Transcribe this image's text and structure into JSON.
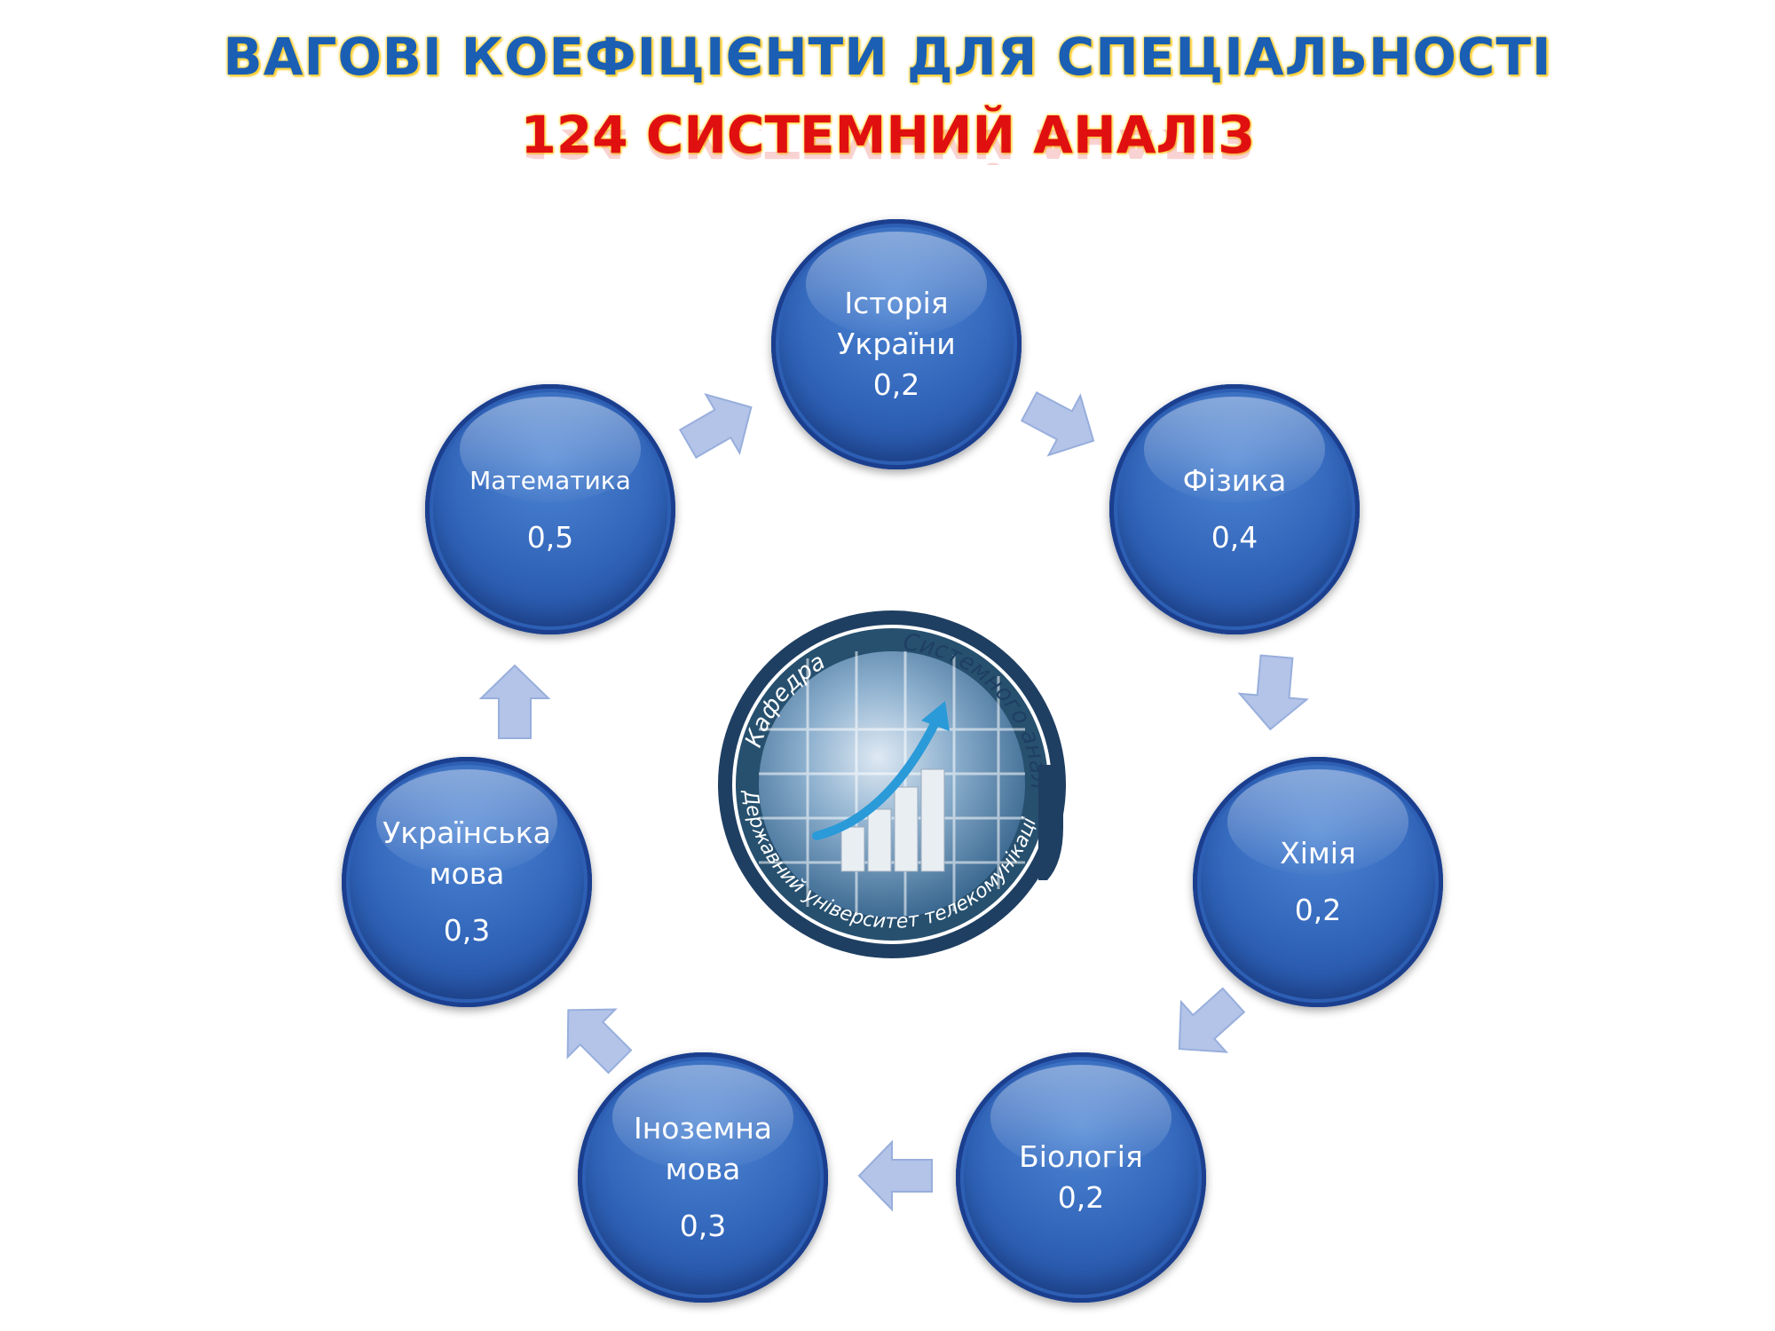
{
  "title": {
    "line1": "ВАГОВІ КОЕФІЦІЄНТИ ДЛЯ СПЕЦІАЛЬНОСТІ",
    "line2": "124 СИСТЕМНИЙ АНАЛІЗ"
  },
  "subjects": [
    {
      "name": "Історія\nУкраїни",
      "value": "0,2"
    },
    {
      "name": "Фізика",
      "value": "0,4"
    },
    {
      "name": "Хімія",
      "value": "0,2"
    },
    {
      "name": "Біологія",
      "value": "0,2"
    },
    {
      "name": "Іноземна\nмова",
      "value": "0,3"
    },
    {
      "name": "Українська\nмова",
      "value": "0,3"
    },
    {
      "name": "Математика",
      "value": "0,5"
    }
  ],
  "logo": {
    "top_text": "Кафедра",
    "right_text": "Системного аналізу",
    "bottom_text": "Державний університет телекомунікацій"
  },
  "colors": {
    "node": "#2f63b8",
    "arrow": "#b3c4e8",
    "title_blue": "#1a5fb4",
    "title_red": "#e01010"
  }
}
